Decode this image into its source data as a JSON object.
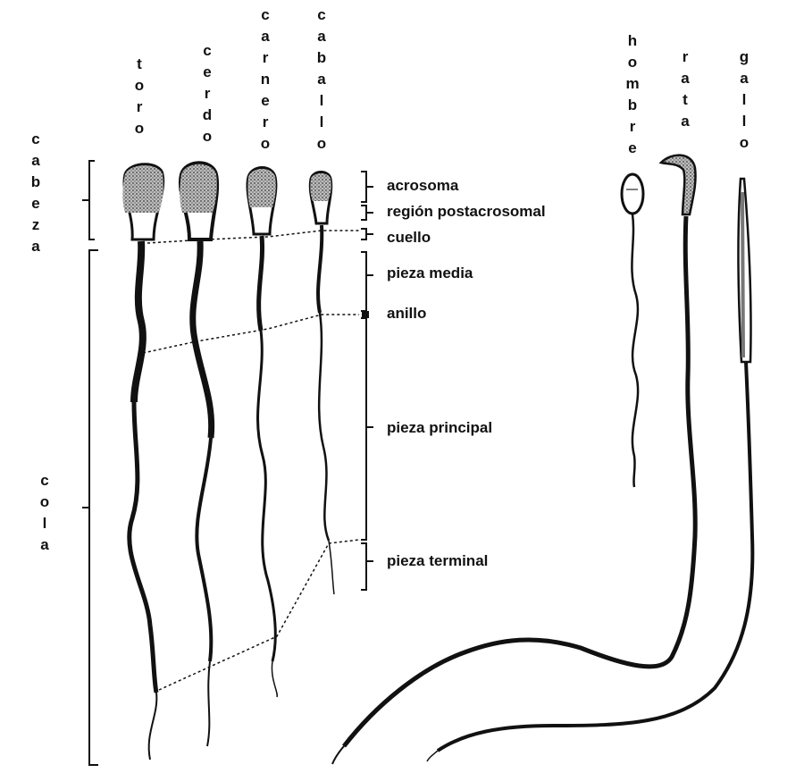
{
  "species": {
    "toro": "toro",
    "cerdo": "cerdo",
    "carnero": "carnero",
    "caballo": "caballo",
    "hombre": "hombre",
    "rata": "rata",
    "gallo": "gallo"
  },
  "regions": {
    "cabeza": "cabeza",
    "cola": "cola"
  },
  "parts": {
    "acrosoma": "acrosoma",
    "region_postacrosomal": "región postacrosomal",
    "cuello": "cuello",
    "pieza_media": "pieza media",
    "anillo": "anillo",
    "pieza_principal": "pieza principal",
    "pieza_terminal": "pieza terminal"
  },
  "colors": {
    "ink": "#111111",
    "stipple": "#8a8a8a",
    "background": "#ffffff"
  }
}
